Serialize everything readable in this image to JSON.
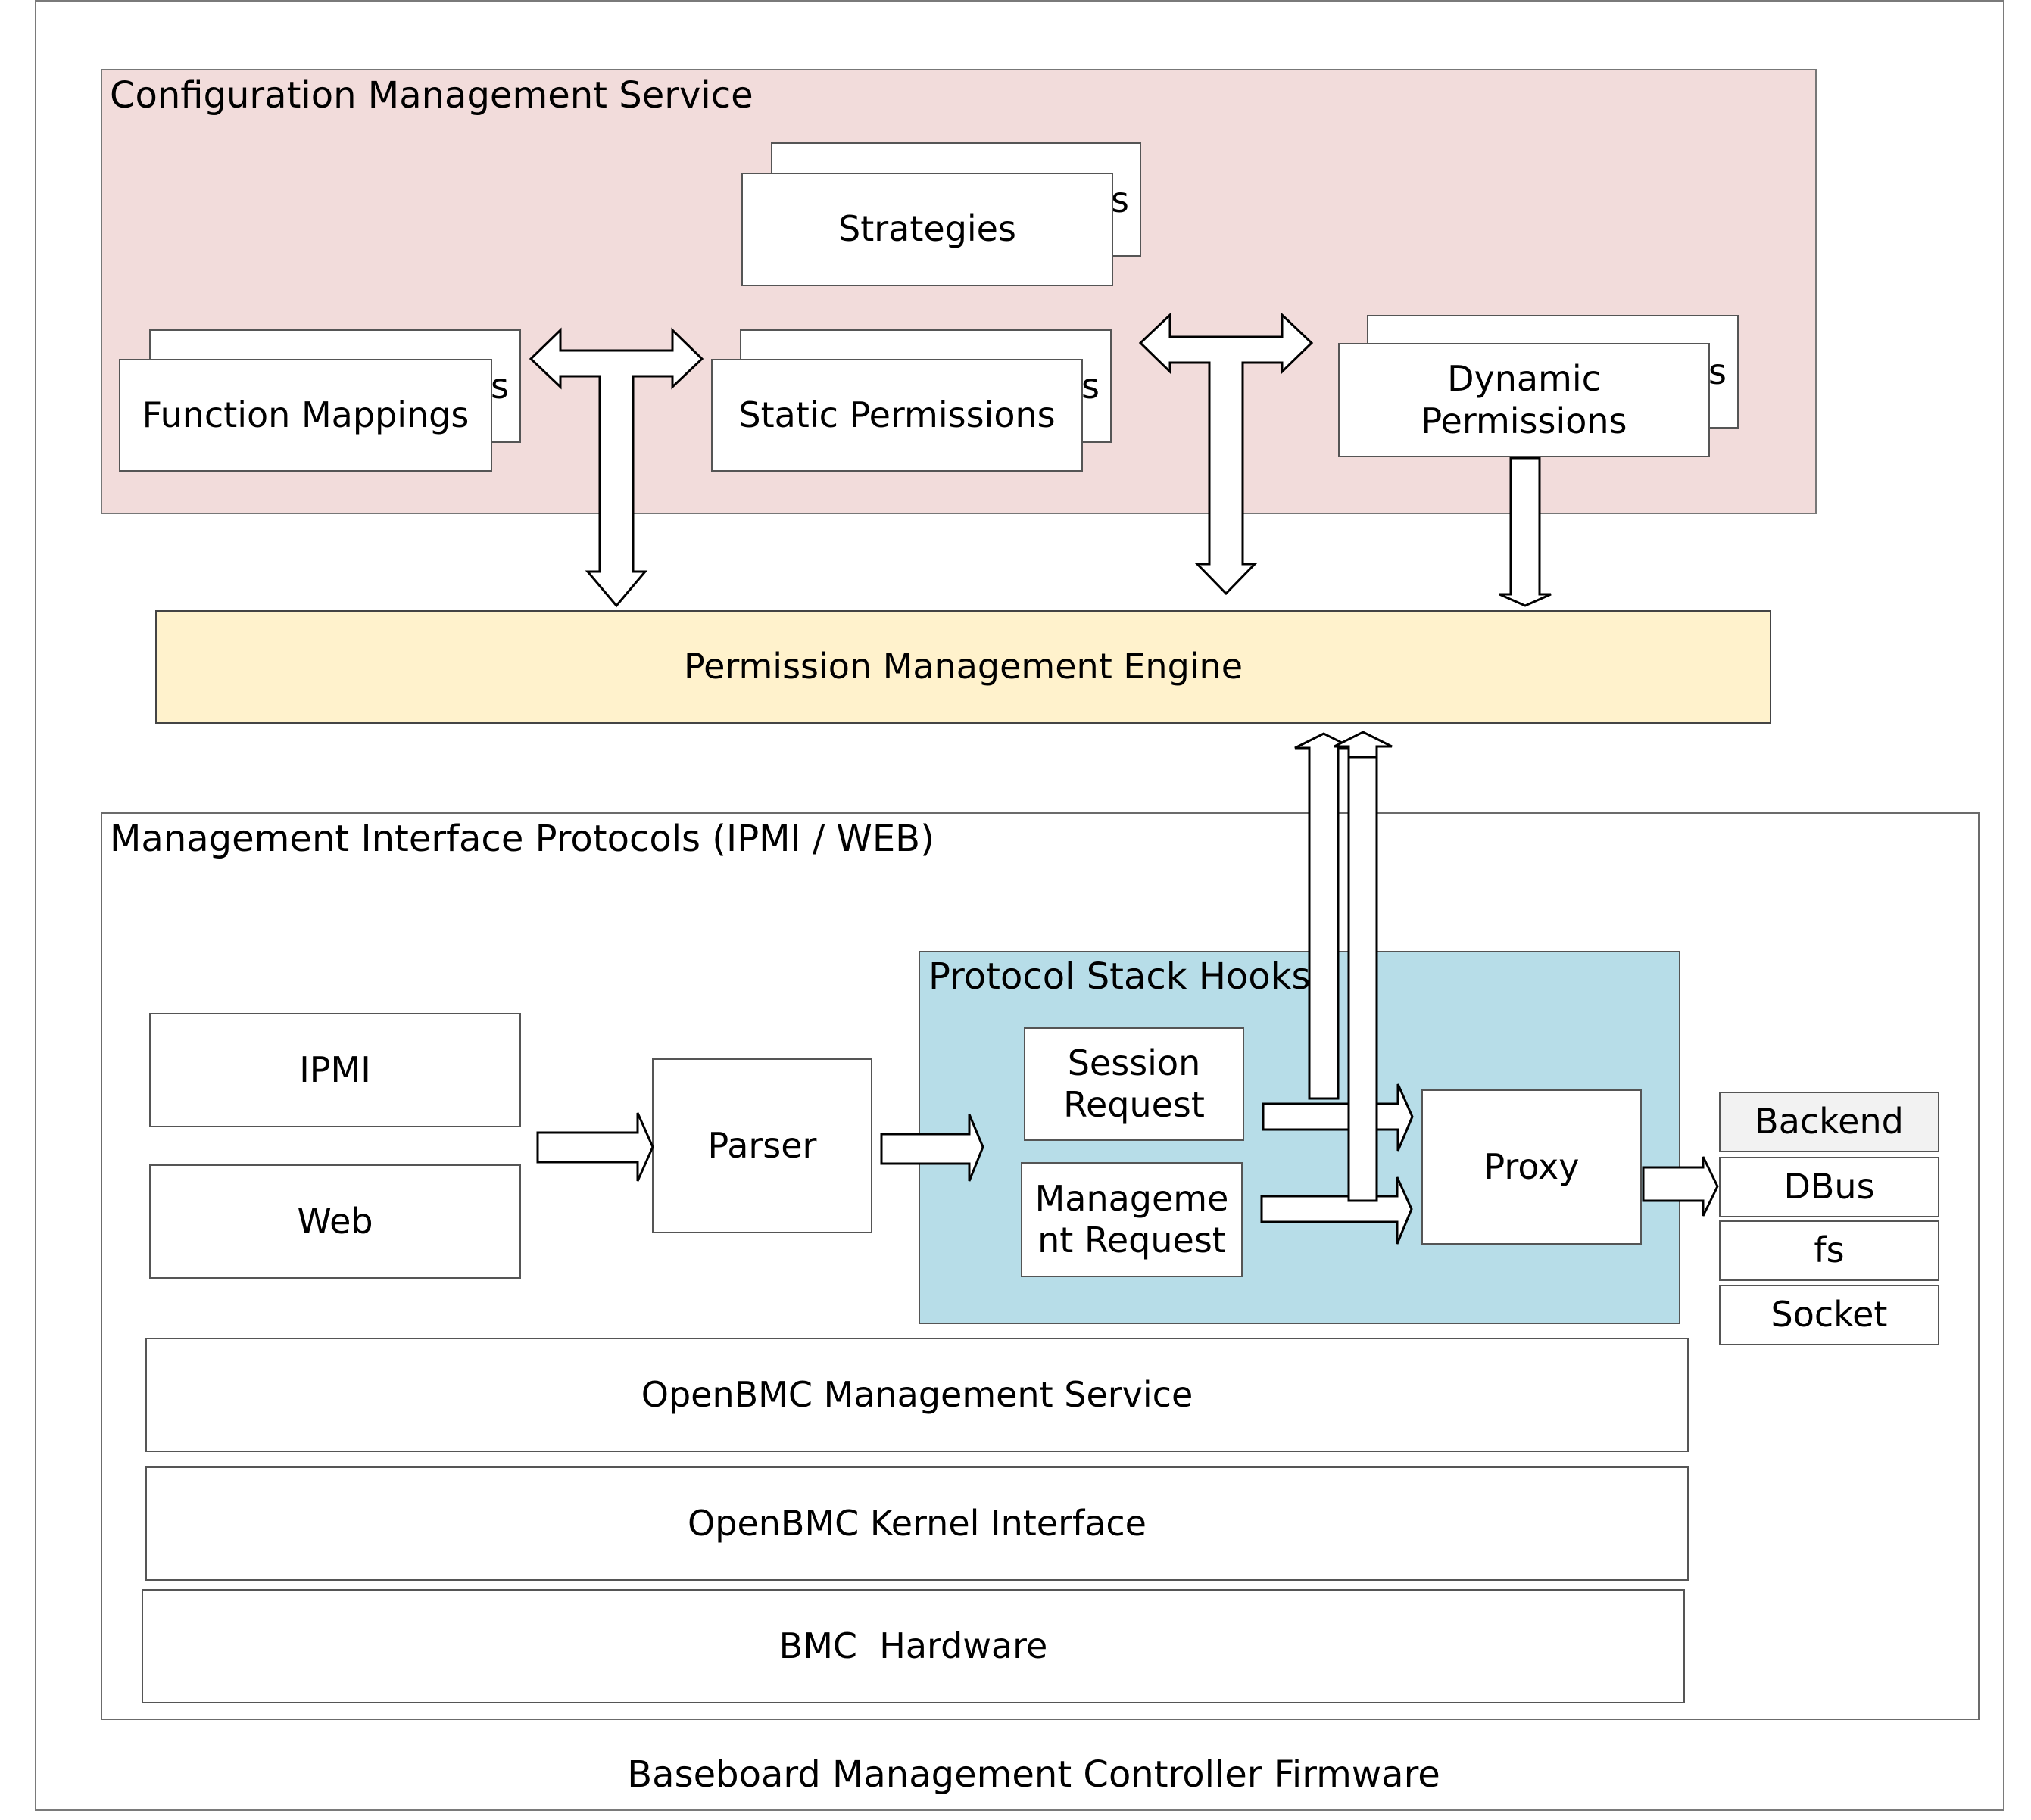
{
  "diagram": {
    "footer_title": "Baseboard Management Controller Firmware",
    "config_service": {
      "title": "Configuration Management Service",
      "strategies": {
        "label": "Strategies",
        "back_label_fragment": "s"
      },
      "function_mappings": {
        "label": "Function Mappings",
        "back_label_fragment": "s"
      },
      "static_permissions": {
        "label": "Static Permissions",
        "back_label_fragment": "s"
      },
      "dynamic_permissions": {
        "label_line1": "Dynamic",
        "label_line2": "Permissions",
        "back_label_fragment": "s"
      }
    },
    "permission_engine": {
      "label": "Permission Management Engine"
    },
    "management_interface": {
      "title": "Management Interface Protocols (IPMI / WEB)",
      "ipmi": "IPMI",
      "web": "Web",
      "parser": "Parser",
      "protocol_stack_hooks": {
        "title": "Protocol Stack Hooks",
        "session_request_line1": "Session",
        "session_request_line2": "Request",
        "management_request_line1": "Manageme",
        "management_request_line2": "nt Request",
        "proxy": "Proxy"
      },
      "backend_list": [
        "Backend",
        "DBus",
        "fs",
        "Socket"
      ],
      "openbmc_management_service": "OpenBMC Management Service",
      "openbmc_kernel_interface": "OpenBMC Kernel Interface",
      "bmc_hardware": "BMC  Hardware"
    },
    "colors": {
      "config_bg": "#f2dcdb",
      "engine_bg": "#fff2cc",
      "hooks_bg": "#b7dde8",
      "backend_header_bg": "#f2f2f2"
    }
  }
}
